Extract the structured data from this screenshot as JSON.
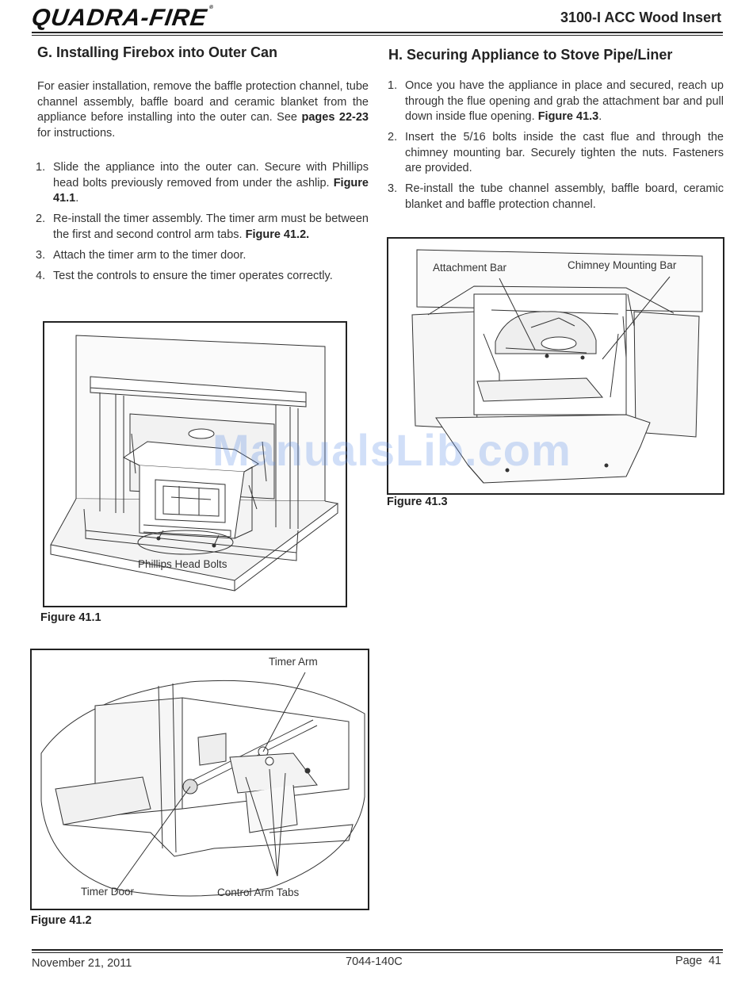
{
  "header": {
    "logo": "QUADRA-FIRE",
    "logo_reg": "®",
    "doc_title": "3100-I ACC Wood Insert"
  },
  "section_g": {
    "heading": "G.  Installing Firebox into Outer Can",
    "intro_a": "For easier installation, remove the baffle protection channel, tube channel assembly, baffle board and ceramic blanket from the appliance before installing into the outer can. See ",
    "intro_bold": "pages 22-23",
    "intro_b": " for instructions.",
    "steps": [
      {
        "num": "1.",
        "text": "Slide the appliance into the outer can.  Secure with Phillips head bolts previously removed from under the ashlip.  ",
        "bold": "Figure 41.1",
        "after": "."
      },
      {
        "num": "2.",
        "text": "Re-install the timer assembly.  The timer arm must be between the first and second control arm tabs.  ",
        "bold": "Figure 41.2.",
        "after": ""
      },
      {
        "num": "3.",
        "text": "Attach the timer arm to the timer door.",
        "bold": "",
        "after": ""
      },
      {
        "num": "4.",
        "text": "Test the controls to ensure the timer operates correctly.",
        "bold": "",
        "after": ""
      }
    ]
  },
  "section_h": {
    "heading": "H.  Securing Appliance to Stove Pipe/Liner",
    "steps": [
      {
        "num": "1.",
        "text": "Once you have the appliance in place and secured, reach up through the flue opening and grab the attachment bar and pull down inside flue opening.  ",
        "bold": "Figure 41.3",
        "after": "."
      },
      {
        "num": "2.",
        "text": "Insert the 5/16 bolts inside the cast flue and through the chimney mounting bar.  Securely tighten the nuts.  Fasteners are provided.",
        "bold": "",
        "after": ""
      },
      {
        "num": "3.",
        "text": "Re-install the tube channel assembly, baffle board, ceramic blanket and baffle protection channel.",
        "bold": "",
        "after": ""
      }
    ]
  },
  "figures": {
    "fig1": {
      "caption": "Figure 41.1",
      "label_bolts": "Phillips Head Bolts"
    },
    "fig2": {
      "caption": "Figure 41.2",
      "label_timer_arm": "Timer Arm",
      "label_timer_door": "Timer Door",
      "label_tabs": "Control Arm Tabs"
    },
    "fig3": {
      "caption": "Figure 41.3",
      "label_attach": "Attachment Bar",
      "label_chimney": "Chimney Mounting Bar"
    }
  },
  "watermark": "ManualsLib.com",
  "footer": {
    "date": "November 21, 2011",
    "doc_number": "7044-140C",
    "page_label": "Page  41"
  }
}
